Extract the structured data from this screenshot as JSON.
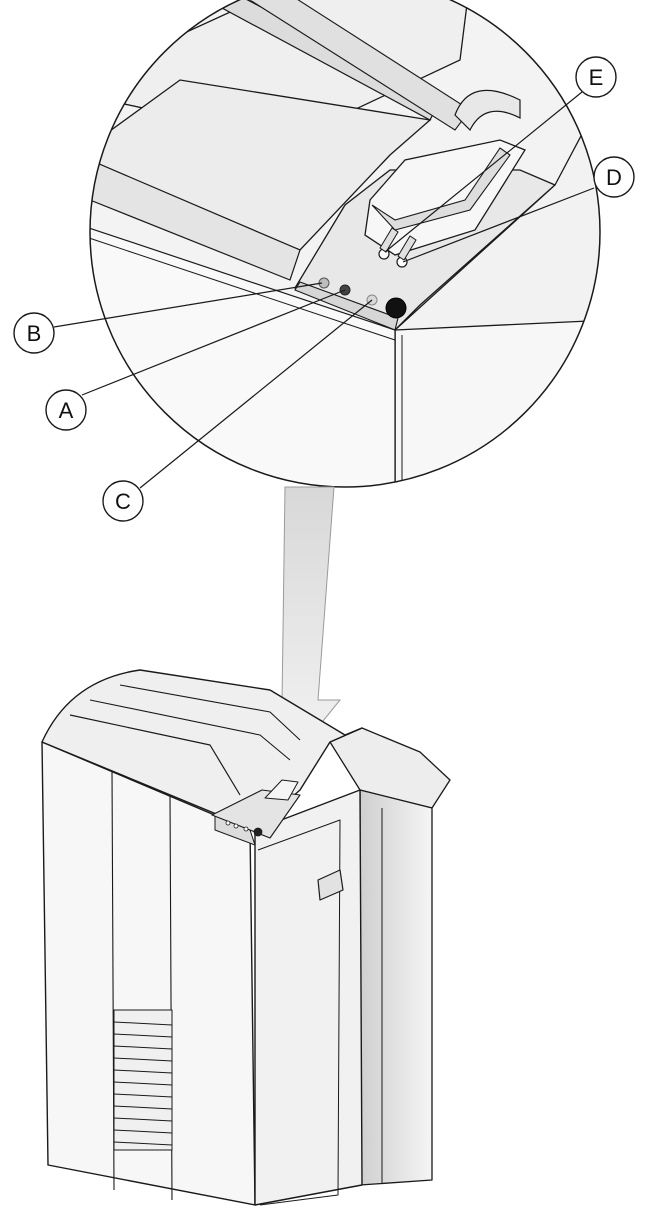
{
  "callouts": {
    "a": "A",
    "b": "B",
    "c": "C",
    "d": "D",
    "e": "E"
  },
  "colors": {
    "line": "#1a1a1a",
    "panel_light": "#f4f4f4",
    "panel_mid": "#e2e2e2",
    "panel_dark": "#bdbdbd",
    "arrow_fill": "#e6e6e6"
  }
}
